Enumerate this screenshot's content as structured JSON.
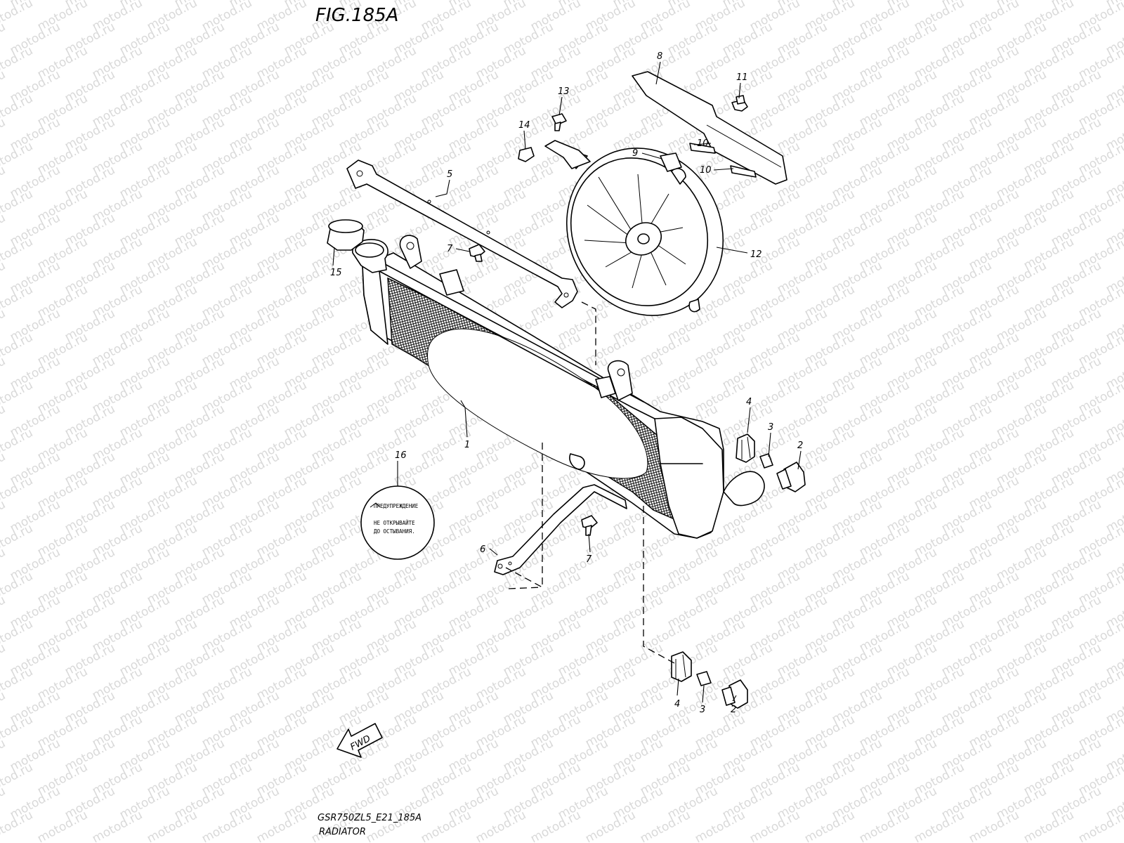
{
  "figure": {
    "title": "FIG.185A",
    "code": "GSR750ZL5_E21_185A",
    "caption": "RADIATOR"
  },
  "watermark": "motod.ru",
  "warning_label": {
    "line1": "ПРЕДУПРЕЖДЕНИЕ",
    "line2": "НЕ ОТКРЫВАЙТЕ",
    "line3": "ДО ОСТЫВАНИЯ."
  },
  "fwd_label": "FWD",
  "callouts": {
    "p1": "1",
    "p2a": "2",
    "p2b": "2",
    "p3a": "3",
    "p3b": "3",
    "p4a": "4",
    "p4b": "4",
    "p5": "5",
    "p6": "6",
    "p7a": "7",
    "p7b": "7",
    "p8": "8",
    "p9": "9",
    "p10a": "10",
    "p10b": "10",
    "p11": "11",
    "p12": "12",
    "p13": "13",
    "p14": "14",
    "p15": "15",
    "p16": "16"
  }
}
